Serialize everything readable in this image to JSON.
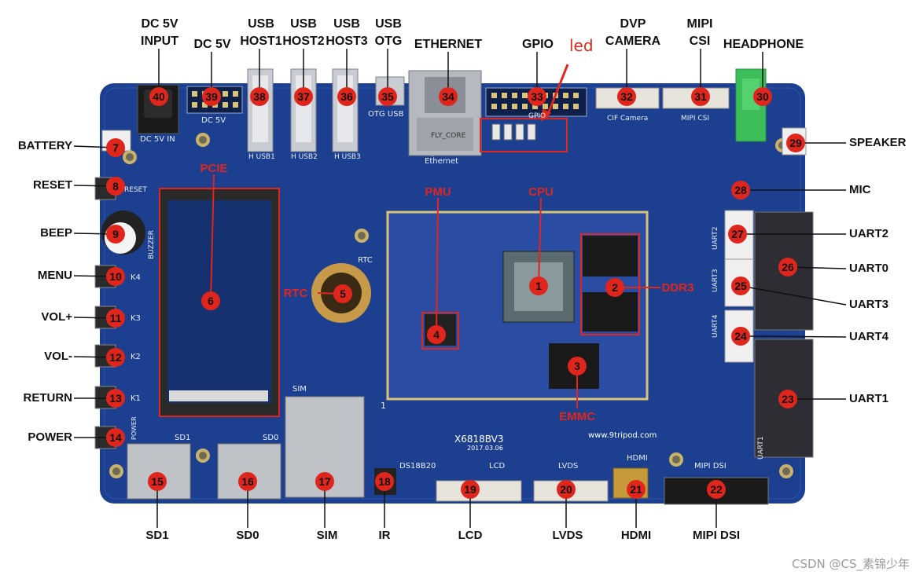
{
  "board": {
    "model_label": "X6818BV3",
    "model_date": "2017.03.06",
    "website": "www.9tripod.com",
    "silkscreen": {
      "dc5v_in": "DC 5V IN",
      "dc5v": "DC 5V",
      "husb1": "H USB1",
      "husb2": "H USB2",
      "husb3": "H USB3",
      "otg_usb": "OTG USB",
      "ethernet": "Ethernet",
      "eth_jack_text": "FLY_CORE",
      "gpio": "GPIO",
      "cif_camera": "CIF Camera",
      "mipi_csi": "MIPI CSI",
      "buzzer": "BUZZER",
      "reset": "RESET",
      "k4": "K4",
      "k3": "K3",
      "k2": "K2",
      "k1": "K1",
      "power": "POWER",
      "rtc": "RTC",
      "sim": "SIM",
      "sd1": "SD1",
      "sd0": "SD0",
      "ds18b20": "DS18B20",
      "lcd": "LCD",
      "lvds": "LVDS",
      "hdmi": "HDMI",
      "mipi_dsi": "MIPI DSI",
      "uart1": "UART1",
      "uart2": "UART2",
      "uart3": "UART3",
      "uart4": "UART4",
      "pin1": "1"
    }
  },
  "callouts": {
    "top": [
      {
        "n": "40",
        "label": "DC 5V\nINPUT"
      },
      {
        "n": "39",
        "label": "DC 5V"
      },
      {
        "n": "38",
        "label": "USB\nHOST1"
      },
      {
        "n": "37",
        "label": "USB\nHOST2"
      },
      {
        "n": "36",
        "label": "USB\nHOST3"
      },
      {
        "n": "35",
        "label": "USB\nOTG"
      },
      {
        "n": "34",
        "label": "ETHERNET"
      },
      {
        "n": "33",
        "label": "GPIO"
      },
      {
        "n": "32",
        "label": "DVP\nCAMERA"
      },
      {
        "n": "31",
        "label": "MIPI\nCSI"
      },
      {
        "n": "30",
        "label": "HEADPHONE"
      }
    ],
    "left": [
      {
        "n": "7",
        "label": "BATTERY"
      },
      {
        "n": "8",
        "label": "RESET"
      },
      {
        "n": "9",
        "label": "BEEP"
      },
      {
        "n": "10",
        "label": "MENU"
      },
      {
        "n": "11",
        "label": "VOL+"
      },
      {
        "n": "12",
        "label": "VOL-"
      },
      {
        "n": "13",
        "label": "RETURN"
      },
      {
        "n": "14",
        "label": "POWER"
      }
    ],
    "right": [
      {
        "n": "29",
        "label": "SPEAKER"
      },
      {
        "n": "28",
        "label": "MIC"
      },
      {
        "n": "27",
        "label": "UART2"
      },
      {
        "n": "26",
        "label": "UART0"
      },
      {
        "n": "25",
        "label": "UART3"
      },
      {
        "n": "24",
        "label": "UART4"
      },
      {
        "n": "23",
        "label": "UART1"
      }
    ],
    "bottom": [
      {
        "n": "15",
        "label": "SD1"
      },
      {
        "n": "16",
        "label": "SD0"
      },
      {
        "n": "17",
        "label": "SIM"
      },
      {
        "n": "18",
        "label": "IR"
      },
      {
        "n": "19",
        "label": "LCD"
      },
      {
        "n": "20",
        "label": "LVDS"
      },
      {
        "n": "21",
        "label": "HDMI"
      },
      {
        "n": "22",
        "label": "MIPI DSI"
      }
    ],
    "inner": [
      {
        "n": "1",
        "label": "CPU"
      },
      {
        "n": "2",
        "label": "DDR3"
      },
      {
        "n": "3",
        "label": "EMMC"
      },
      {
        "n": "4",
        "label": "PMU"
      },
      {
        "n": "5",
        "label": "RTC"
      },
      {
        "n": "6",
        "label": "PCIE"
      }
    ]
  },
  "annotation": {
    "led_label": "led"
  },
  "watermark": "CSDN @CS_素锦少年",
  "colors": {
    "pcb": "#1d3f8f",
    "pcb_dark": "#16316f",
    "badge": "#e0261c",
    "label": "#111111",
    "connector_green": "#3cbf5a"
  }
}
